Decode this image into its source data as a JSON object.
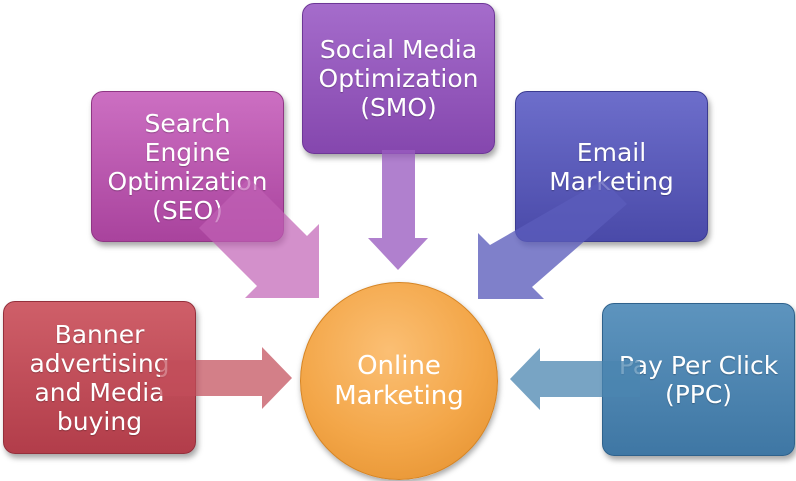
{
  "diagram": {
    "center": {
      "label_line1": "Online",
      "label_line2": "Marketing"
    },
    "nodes": {
      "seo": {
        "lines": [
          "Search",
          "Engine",
          "Optimization",
          "(SEO)"
        ],
        "color": "#b651aa"
      },
      "smo": {
        "lines": [
          "Social Media",
          "Optimization",
          "(SMO)"
        ],
        "color": "#9556bb"
      },
      "email": {
        "lines": [
          "Email",
          "Marketing"
        ],
        "color": "#5858b8"
      },
      "banner": {
        "lines": [
          "Banner",
          "advertising",
          "and Media",
          "buying"
        ],
        "color": "#c04b57"
      },
      "ppc": {
        "lines": [
          "Pay Per Click",
          "(PPC)"
        ],
        "color": "#4a84b0"
      }
    },
    "center_color": "#f4a94f"
  }
}
